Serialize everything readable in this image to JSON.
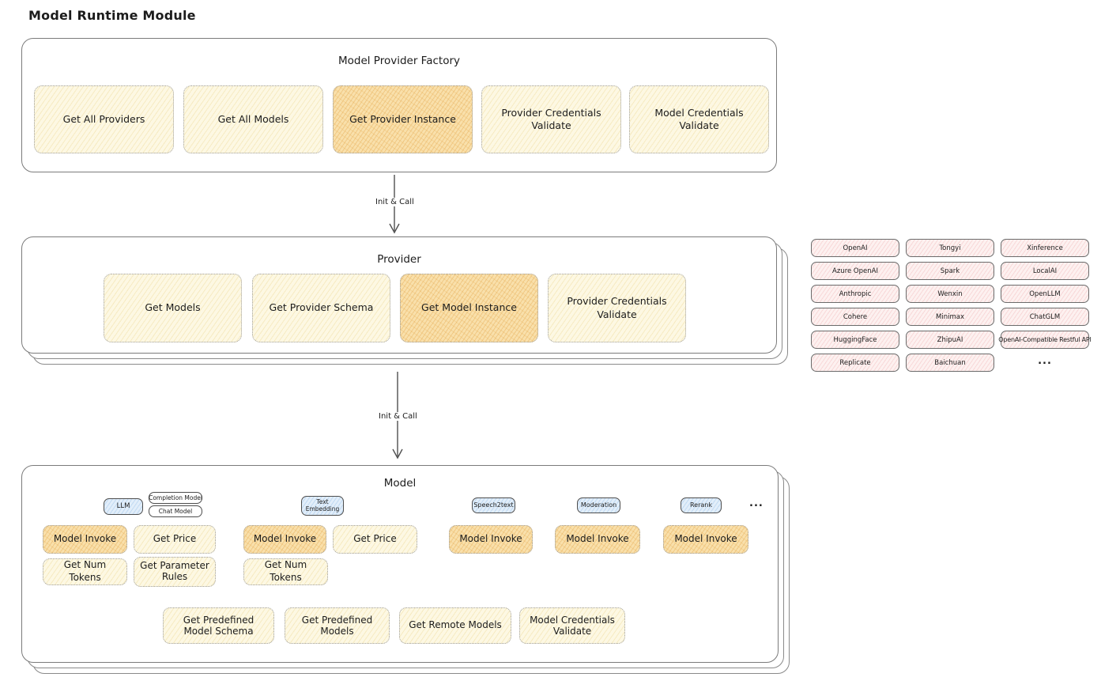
{
  "page_title": "Model Runtime Module",
  "arrows": {
    "factory_to_provider": "Init & Call",
    "provider_to_model": "Init & Call"
  },
  "factory": {
    "title": "Model Provider Factory",
    "buttons": [
      {
        "label": "Get All Providers"
      },
      {
        "label": "Get All Models"
      },
      {
        "label": "Get Provider Instance"
      },
      {
        "label": "Provider Credentials Validate"
      },
      {
        "label": "Model Credentials Validate"
      }
    ]
  },
  "provider": {
    "title": "Provider",
    "buttons": [
      {
        "label": "Get Models"
      },
      {
        "label": "Get Provider Schema"
      },
      {
        "label": "Get Model Instance"
      },
      {
        "label": "Provider Credentials Validate"
      }
    ]
  },
  "provider_list": {
    "rows": [
      [
        "OpenAI",
        "Tongyi",
        "Xinference"
      ],
      [
        "Azure OpenAI",
        "Spark",
        "LocalAI"
      ],
      [
        "Anthropic",
        "Wenxin",
        "OpenLLM"
      ],
      [
        "Cohere",
        "Minimax",
        "ChatGLM"
      ],
      [
        "HuggingFace",
        "ZhipuAI",
        "OpenAI-Compatible Restful API"
      ],
      [
        "Replicate",
        "Baichuan"
      ]
    ],
    "more": "..."
  },
  "model": {
    "title": "Model",
    "more": "...",
    "groups": {
      "llm": {
        "type": "LLM",
        "subtypes": [
          "Completion Model",
          "Chat Model"
        ],
        "invoke": "Model Invoke",
        "price": "Get Price",
        "tokens": "Get Num Tokens",
        "params": "Get Parameter Rules"
      },
      "embedding": {
        "type": "Text Embedding",
        "invoke": "Model Invoke",
        "price": "Get Price",
        "tokens": "Get Num Tokens"
      },
      "speech2text": {
        "type": "Speech2text",
        "invoke": "Model Invoke"
      },
      "moderation": {
        "type": "Moderation",
        "invoke": "Model Invoke"
      },
      "rerank": {
        "type": "Rerank",
        "invoke": "Model Invoke"
      }
    },
    "bottom_buttons": [
      {
        "label": "Get Predefined Model Schema"
      },
      {
        "label": "Get Predefined Models"
      },
      {
        "label": "Get Remote Models"
      },
      {
        "label": "Model Credentials Validate"
      }
    ]
  },
  "colors": {
    "action_node": "#fdf8e3",
    "action_node_highlight": "#f9e0ab",
    "model_type_badge": "#e2eefa",
    "provider_badge": "#fdf1f0",
    "outline": "#7b7b7b",
    "text": "#1c1c1c"
  }
}
